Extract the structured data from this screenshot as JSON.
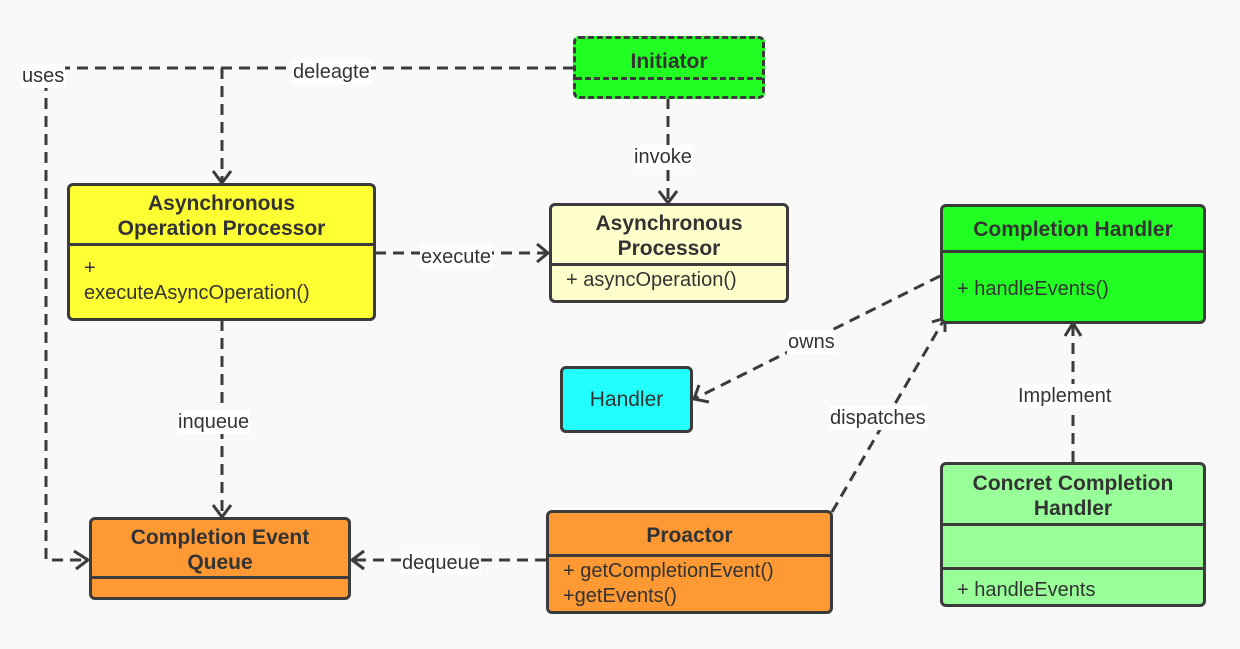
{
  "colors": {
    "line": "#3b3b3b",
    "background": "#f9f9f9",
    "initiator": "#22ff22",
    "async_operation_processor": "#ffff33",
    "async_processor": "#ffffcc",
    "completion_handler": "#22ff22",
    "handler": "#22ffff",
    "concrete_completion_handler": "#99ff99",
    "completion_event_queue": "#ff9933",
    "proactor": "#ff9933"
  },
  "nodes": {
    "initiator": {
      "title": "Initiator"
    },
    "async_operation_processor": {
      "title_lines": [
        "Asynchronous",
        "Operation Processor"
      ],
      "members": [
        "+",
        "executeAsyncOperation()"
      ]
    },
    "async_processor": {
      "title_lines": [
        "Asynchronous",
        "Processor"
      ],
      "members": [
        "+ asyncOperation()"
      ]
    },
    "completion_handler": {
      "title": "Completion Handler",
      "members": [
        "+ handleEvents()"
      ]
    },
    "handler": {
      "title": "Handler"
    },
    "concrete_completion_handler": {
      "title_lines": [
        "Concret Completion",
        "Handler"
      ],
      "attributes": [],
      "members": [
        "+ handleEvents"
      ]
    },
    "completion_event_queue": {
      "title_lines": [
        "Completion Event",
        "Queue"
      ],
      "members": []
    },
    "proactor": {
      "title": "Proactor",
      "members": [
        "+ getCompletionEvent()",
        "+getEvents()"
      ]
    }
  },
  "edges": {
    "uses": {
      "label": "uses",
      "from": "Initiator",
      "to": "Completion Event Queue"
    },
    "delegate": {
      "label": "deleagte",
      "from": "Initiator",
      "to": "Asynchronous Operation Processor"
    },
    "invoke": {
      "label": "invoke",
      "from": "Initiator",
      "to": "Asynchronous Processor"
    },
    "execute": {
      "label": "execute",
      "from": "Asynchronous Operation Processor",
      "to": "Asynchronous Processor"
    },
    "inqueue": {
      "label": "inqueue",
      "from": "Asynchronous Operation Processor",
      "to": "Completion Event Queue"
    },
    "owns": {
      "label": "owns",
      "from": "Completion Handler",
      "to": "Handler"
    },
    "dispatches": {
      "label": "dispatches",
      "from": "Proactor",
      "to": "Completion Handler"
    },
    "implement": {
      "label": "Implement",
      "from": "Concret Completion Handler",
      "to": "Completion Handler"
    },
    "dequeue": {
      "label": "dequeue",
      "from": "Proactor",
      "to": "Completion Event Queue"
    }
  }
}
